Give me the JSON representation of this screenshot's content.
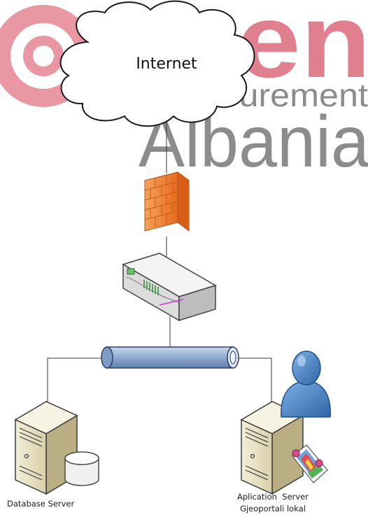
{
  "watermark": {
    "logo_text_open": "open",
    "logo_text_procurement": "Procurement",
    "logo_text_albania": "Albania",
    "colors": {
      "brand_red": "#e0808f",
      "brand_gray": "#8c8c8c"
    }
  },
  "nodes": {
    "internet": {
      "label": "Internet",
      "icon": "cloud-icon"
    },
    "firewall": {
      "icon": "firewall-icon"
    },
    "router": {
      "icon": "router-icon"
    },
    "network_bus": {
      "icon": "network-bus-icon"
    },
    "database_server": {
      "label": "Database Server",
      "icon": "server-icon"
    },
    "application_server": {
      "label_line1": "Aplication  Server",
      "label_line2": "Gjeoportali lokal",
      "icon": "server-icon"
    },
    "user": {
      "icon": "user-icon"
    }
  },
  "colors": {
    "line": "#3a3a3a",
    "firewall": "#f07d2c",
    "bus": "#9bb5d6",
    "user": "#4a86c8",
    "server": "#e8e0c4"
  }
}
